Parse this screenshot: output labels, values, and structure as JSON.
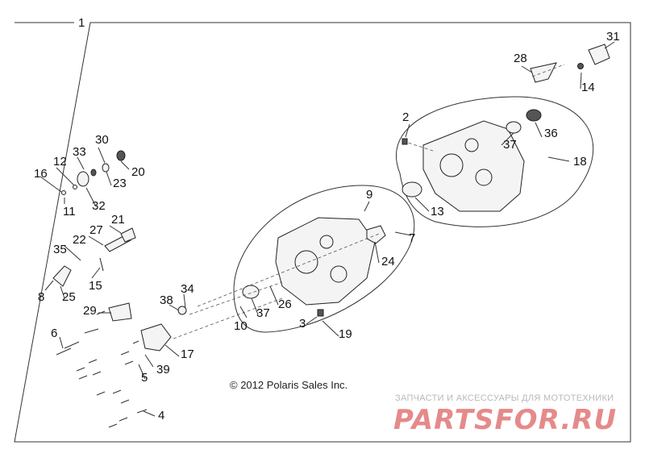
{
  "frame_label": "1",
  "copyright": "© 2012 Polaris Sales Inc.",
  "watermark": {
    "tagline": "ЗАПЧАСТИ И АКСЕССУАРЫ ДЛЯ МОТОТЕХНИКИ",
    "logo": "PARTSFOR.RU",
    "color": "#e58a8a"
  },
  "callouts": [
    "2",
    "3",
    "4",
    "5",
    "6",
    "7",
    "8",
    "9",
    "10",
    "11",
    "12",
    "13",
    "14",
    "15",
    "16",
    "17",
    "18",
    "19",
    "20",
    "21",
    "22",
    "23",
    "24",
    "25",
    "26",
    "27",
    "28",
    "29",
    "30",
    "31",
    "32",
    "33",
    "34",
    "35",
    "36",
    "37",
    "37",
    "38",
    "39"
  ]
}
